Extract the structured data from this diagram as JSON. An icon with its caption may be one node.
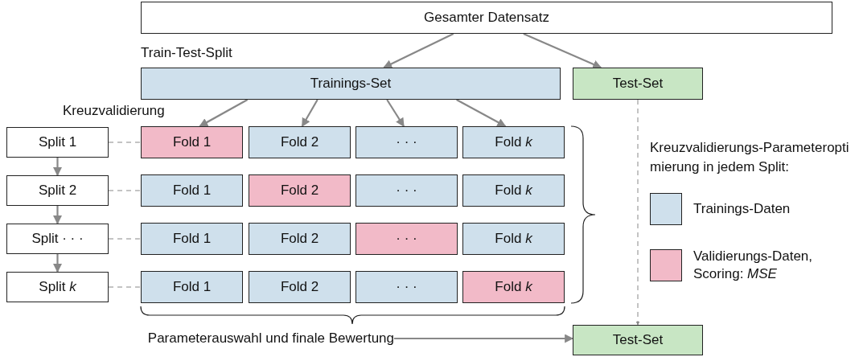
{
  "diagram": {
    "nodes": [
      {
        "text": [
          "Gesamter Datensatz"
        ]
      },
      {
        "text": [
          "Trainings-Set"
        ]
      },
      {
        "text": [
          "Test-Set"
        ]
      },
      {
        "text": [
          "Split 1"
        ]
      },
      {
        "text": [
          "Fold 1"
        ]
      },
      {
        "text": [
          "Fold 2"
        ]
      },
      {
        "text": [
          "· · ·"
        ]
      },
      {
        "text": [
          "Fold *k*"
        ]
      },
      {
        "text": [
          "Split 2"
        ]
      },
      {
        "text": [
          "Fold 1"
        ]
      },
      {
        "text": [
          "Fold 2"
        ]
      },
      {
        "text": [
          "· · ·"
        ]
      },
      {
        "text": [
          "Fold *k*"
        ]
      },
      {
        "text": [
          "Split · · ·"
        ]
      },
      {
        "text": [
          "Fold 1"
        ]
      },
      {
        "text": [
          "Fold 2"
        ]
      },
      {
        "text": [
          "· · ·"
        ]
      },
      {
        "text": [
          "Fold *k*"
        ]
      },
      {
        "text": [
          "Split *k*"
        ]
      },
      {
        "text": [
          "Fold 1"
        ]
      },
      {
        "text": [
          "Fold 2"
        ]
      },
      {
        "text": [
          "· · ·"
        ]
      },
      {
        "text": [
          "Fold *k*"
        ]
      },
      {
        "text": [
          "Parameterauswahl und finale Bewertung"
        ]
      },
      {
        "text": [
          "Test-Set"
        ]
      }
    ],
    "edges": [
      {
        "from": 0,
        "to": 1,
        "arrow": "to"
      },
      {
        "from": 0,
        "to": 2,
        "arrow": "to"
      },
      {
        "from": 1,
        "to": 4,
        "arrow": "to"
      },
      {
        "from": 1,
        "to": 5,
        "arrow": "to"
      },
      {
        "from": 1,
        "to": 6,
        "arrow": "to"
      },
      {
        "from": 1,
        "to": 7,
        "arrow": "to"
      },
      {
        "from": 3,
        "to": 4,
        "arrow": "none",
        "style": "dashed"
      },
      {
        "from": 3,
        "to": 8,
        "arrow": "to"
      },
      {
        "from": 8,
        "to": 9,
        "arrow": "none",
        "style": "dashed"
      },
      {
        "from": 8,
        "to": 13,
        "arrow": "to"
      },
      {
        "from": 13,
        "to": 14,
        "arrow": "none",
        "style": "dashed"
      },
      {
        "from": 13,
        "to": 18,
        "arrow": "to"
      },
      {
        "from": 18,
        "to": 19,
        "arrow": "none",
        "style": "dashed"
      },
      {
        "from": 2,
        "to": 24,
        "arrow": "to",
        "style": "dashed"
      },
      {
        "from": 23,
        "to": 24,
        "arrow": "to"
      }
    ],
    "labels": [
      "Train-Test-Split",
      "Kreuzvalidierung",
      "Kreuzvalidierungs-Parameteroptimierung in jedem Split:"
    ],
    "legend": [
      {
        "text": "Trainings-Daten",
        "color": "#cfe0ec"
      },
      {
        "text": "Validierungs-Daten, Scoring: *MSE*",
        "color": "#f2bac8"
      }
    ]
  }
}
